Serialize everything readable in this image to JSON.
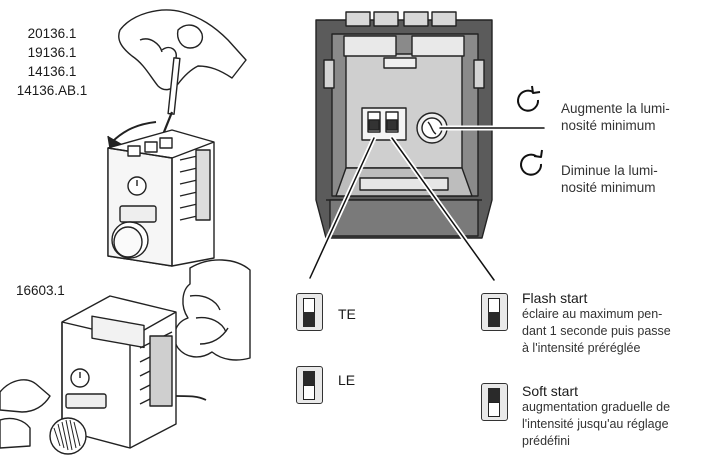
{
  "models_top": [
    "20136.1",
    "19136.1",
    "14136.1",
    "14136.AB.1"
  ],
  "model_bottom": "16603.1",
  "adjust": {
    "increase_l1": "Augmente la lumi-",
    "increase_l2": "nosité minimum",
    "decrease_l1": "Diminue la lumi-",
    "decrease_l2": "nosité minimum"
  },
  "modes": {
    "te": "TE",
    "le": "LE"
  },
  "start": {
    "flash_title": "Flash start",
    "flash_l1": "éclaire au maximum pen-",
    "flash_l2": "dant 1 seconde puis passe",
    "flash_l3": "à l'intensité préréglée",
    "soft_title": "Soft start",
    "soft_l1": "augmentation graduelle de",
    "soft_l2": "l'intensité jusqu'au réglage",
    "soft_l3": "prédéfini"
  }
}
